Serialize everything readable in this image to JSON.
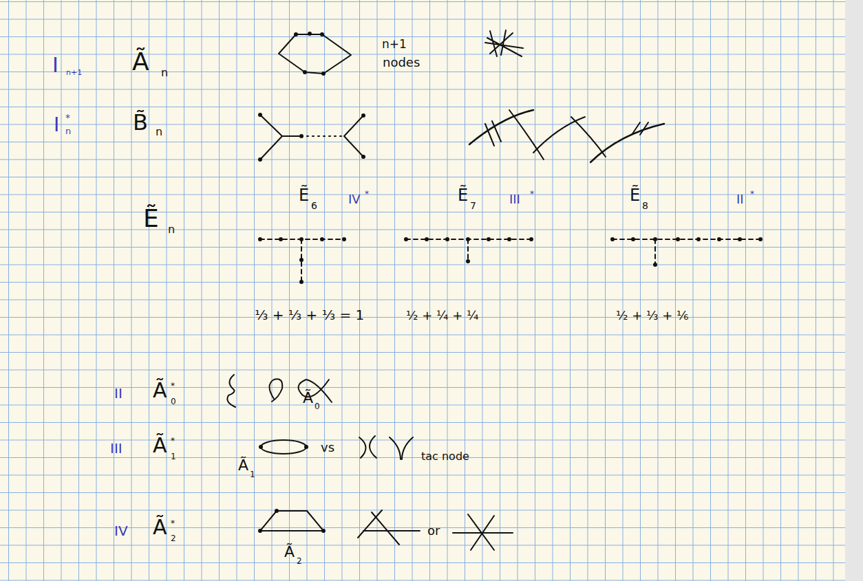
{
  "diagram": {
    "labels": [
      "I",
      "n+1",
      "Ã",
      "n",
      "n+1",
      "nodes",
      "I",
      "*",
      "n",
      "B̃",
      "n",
      "Ẽ",
      "n",
      "Ẽ",
      "6",
      "IV",
      "*",
      "Ẽ",
      "7",
      "III",
      "*",
      "Ẽ",
      "8",
      "II",
      "*",
      "⅓ + ⅓ + ⅓ = 1",
      "½ + ¼ + ¼",
      "½ + ⅓ + ⅙",
      "II",
      "Ã",
      "0",
      "*",
      "Ã",
      "0",
      "III",
      "Ã",
      "1",
      "*",
      "Ã",
      "1",
      "vs",
      "tac node",
      "IV",
      "Ã",
      "2",
      "*",
      "Ã",
      "2",
      "or"
    ]
  }
}
